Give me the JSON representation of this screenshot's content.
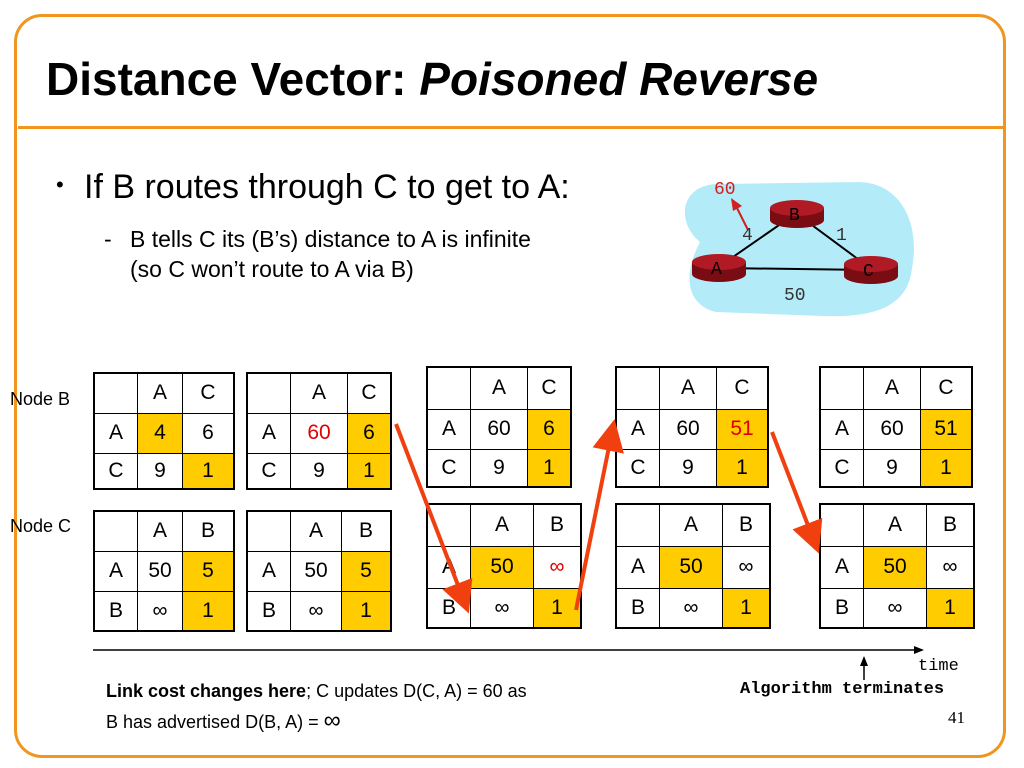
{
  "slide": {
    "title_normal": "Distance Vector: ",
    "title_italic": "Poisoned Reverse",
    "bullet_dot": "•",
    "bullet": "If B routes through C to get to A:",
    "sub_dash": "-",
    "sub_line1": "B tells C its (B’s) distance to A is infinite",
    "sub_line2": "(so C won’t route to A via B)",
    "page_number": "41"
  },
  "network": {
    "nodes": [
      "B",
      "A",
      "C"
    ],
    "new_cost": "60",
    "edges": [
      {
        "from": "A",
        "to": "B",
        "cost": "4"
      },
      {
        "from": "B",
        "to": "C",
        "cost": "1"
      },
      {
        "from": "A",
        "to": "C",
        "cost": "50"
      }
    ]
  },
  "labels": {
    "node_b": "Node B",
    "node_c": "Node C",
    "time": "time",
    "terminates": "Algorithm terminates"
  },
  "caption": {
    "bold": "Link cost changes here",
    "rest": "; C updates D(C, A) = 60 as",
    "line2": "B has advertised D(B, A) = ",
    "inf": "∞"
  },
  "tables": {
    "b": [
      {
        "headers": [
          "",
          "A",
          "C"
        ],
        "rows": [
          [
            "A",
            "4",
            "6"
          ],
          [
            "C",
            "9",
            "1"
          ]
        ]
      },
      {
        "headers": [
          "",
          "A",
          "C"
        ],
        "rows": [
          [
            "A",
            "60",
            "6"
          ],
          [
            "C",
            "9",
            "1"
          ]
        ]
      },
      {
        "headers": [
          "",
          "A",
          "C"
        ],
        "rows": [
          [
            "A",
            "60",
            "6"
          ],
          [
            "C",
            "9",
            "1"
          ]
        ]
      },
      {
        "headers": [
          "",
          "A",
          "C"
        ],
        "rows": [
          [
            "A",
            "60",
            "51"
          ],
          [
            "C",
            "9",
            "1"
          ]
        ]
      },
      {
        "headers": [
          "",
          "A",
          "C"
        ],
        "rows": [
          [
            "A",
            "60",
            "51"
          ],
          [
            "C",
            "9",
            "1"
          ]
        ]
      }
    ],
    "c": [
      {
        "headers": [
          "",
          "A",
          "B"
        ],
        "rows": [
          [
            "A",
            "50",
            "5"
          ],
          [
            "B",
            "∞",
            "1"
          ]
        ]
      },
      {
        "headers": [
          "",
          "A",
          "B"
        ],
        "rows": [
          [
            "A",
            "50",
            "5"
          ],
          [
            "B",
            "∞",
            "1"
          ]
        ]
      },
      {
        "headers": [
          "",
          "A",
          "B"
        ],
        "rows": [
          [
            "A",
            "50",
            "∞"
          ],
          [
            "B",
            "∞",
            "1"
          ]
        ]
      },
      {
        "headers": [
          "",
          "A",
          "B"
        ],
        "rows": [
          [
            "A",
            "50",
            "∞"
          ],
          [
            "B",
            "∞",
            "1"
          ]
        ]
      },
      {
        "headers": [
          "",
          "A",
          "B"
        ],
        "rows": [
          [
            "A",
            "50",
            "∞"
          ],
          [
            "B",
            "∞",
            "1"
          ]
        ]
      }
    ]
  },
  "colors": {
    "accent": "#f0961e",
    "highlight": "#ffcc00",
    "changed_text": "#e00000",
    "arrow": "#f04010",
    "cloud": "#b3ecf8",
    "router": "#a0101a"
  }
}
